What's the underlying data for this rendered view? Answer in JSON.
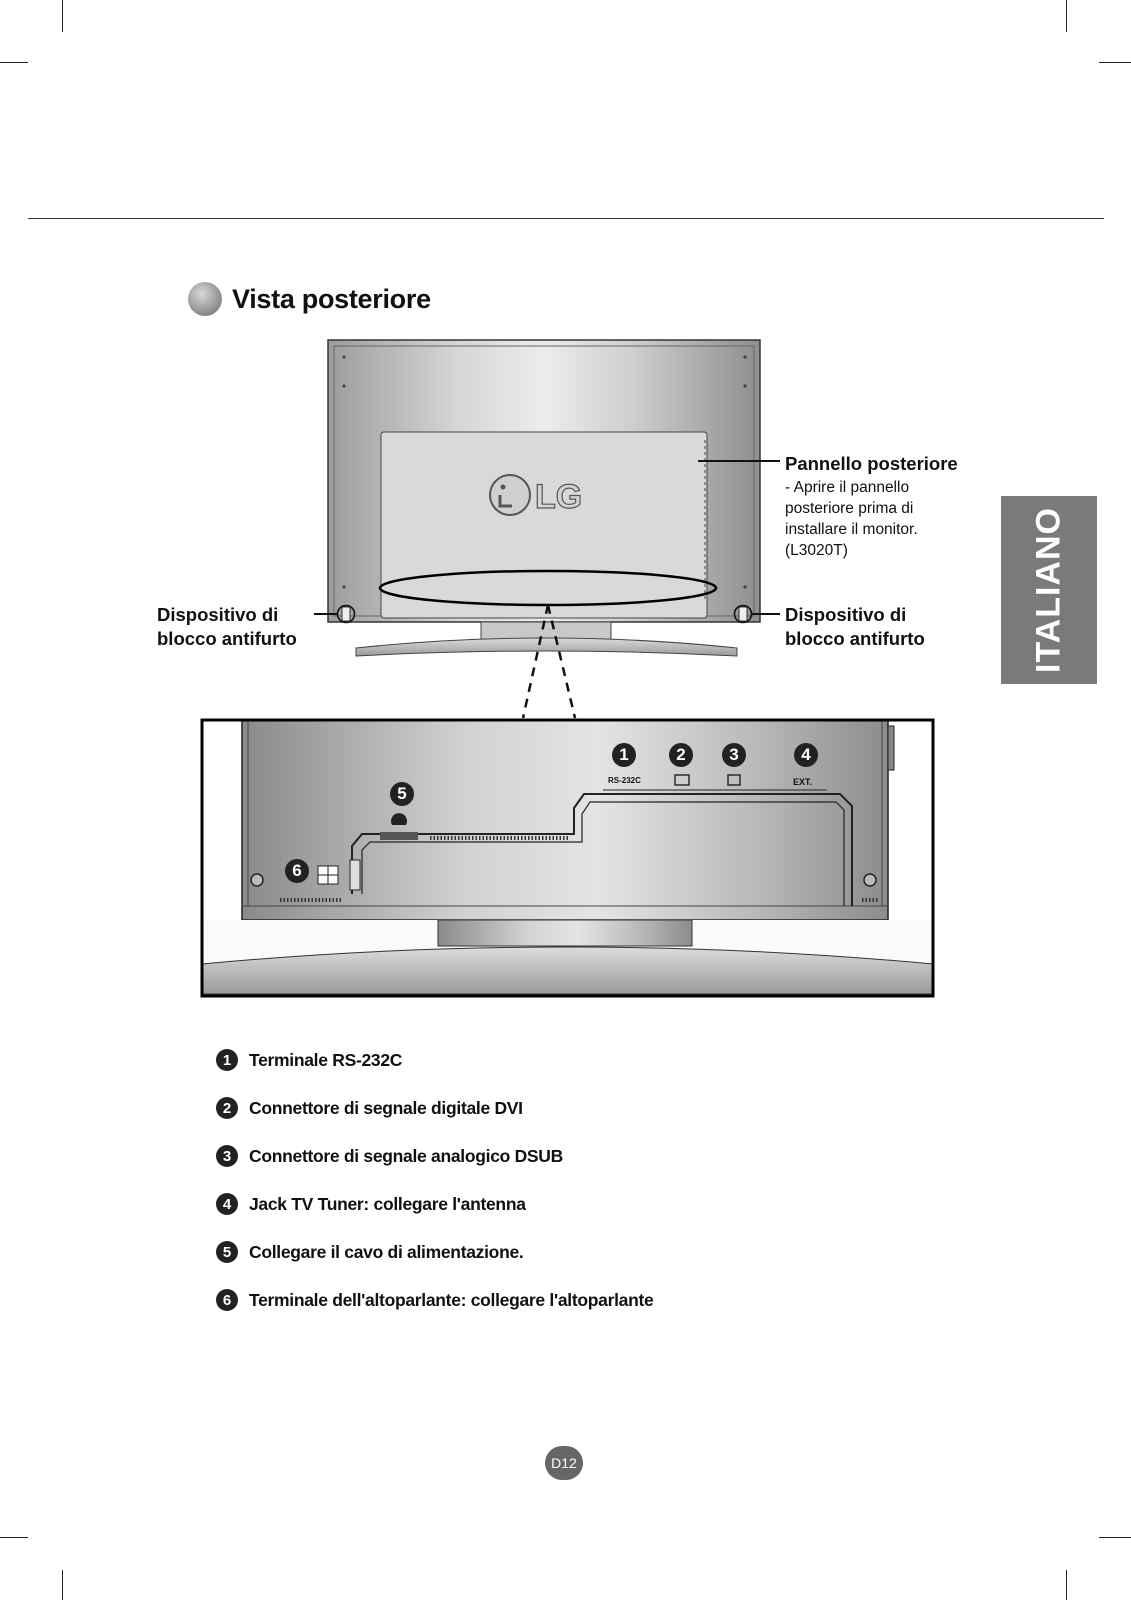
{
  "section": {
    "title": "Vista posteriore"
  },
  "side_tab": {
    "label": "ITALIANO"
  },
  "brand": {
    "logo_text": "LG"
  },
  "callouts": {
    "back_panel": {
      "title": "Pannello posteriore",
      "lines": [
        "- Aprire il pannello",
        "posteriore prima di",
        "installare il monitor.",
        "(L3020T)"
      ]
    },
    "lock_left": {
      "lines": [
        "Dispositivo di",
        "blocco antifurto"
      ]
    },
    "lock_right": {
      "lines": [
        "Dispositivo di",
        "blocco antifurto"
      ]
    }
  },
  "panel_markers": [
    {
      "num": "1",
      "label": "RS-232C"
    },
    {
      "num": "2",
      "label": ""
    },
    {
      "num": "3",
      "label": ""
    },
    {
      "num": "4",
      "label": "EXT."
    },
    {
      "num": "5",
      "label": ""
    },
    {
      "num": "6",
      "label": ""
    }
  ],
  "legend": [
    {
      "num": "1",
      "text": "Terminale RS-232C"
    },
    {
      "num": "2",
      "text": "Connettore di segnale digitale DVI"
    },
    {
      "num": "3",
      "text": "Connettore di segnale analogico DSUB"
    },
    {
      "num": "4",
      "text": "Jack TV Tuner: collegare l'antenna"
    },
    {
      "num": "5",
      "text": "Collegare il cavo di alimentazione."
    },
    {
      "num": "6",
      "text": "Terminale dell'altoparlante: collegare l'altoparlante"
    }
  ],
  "page": {
    "number": "D12"
  }
}
